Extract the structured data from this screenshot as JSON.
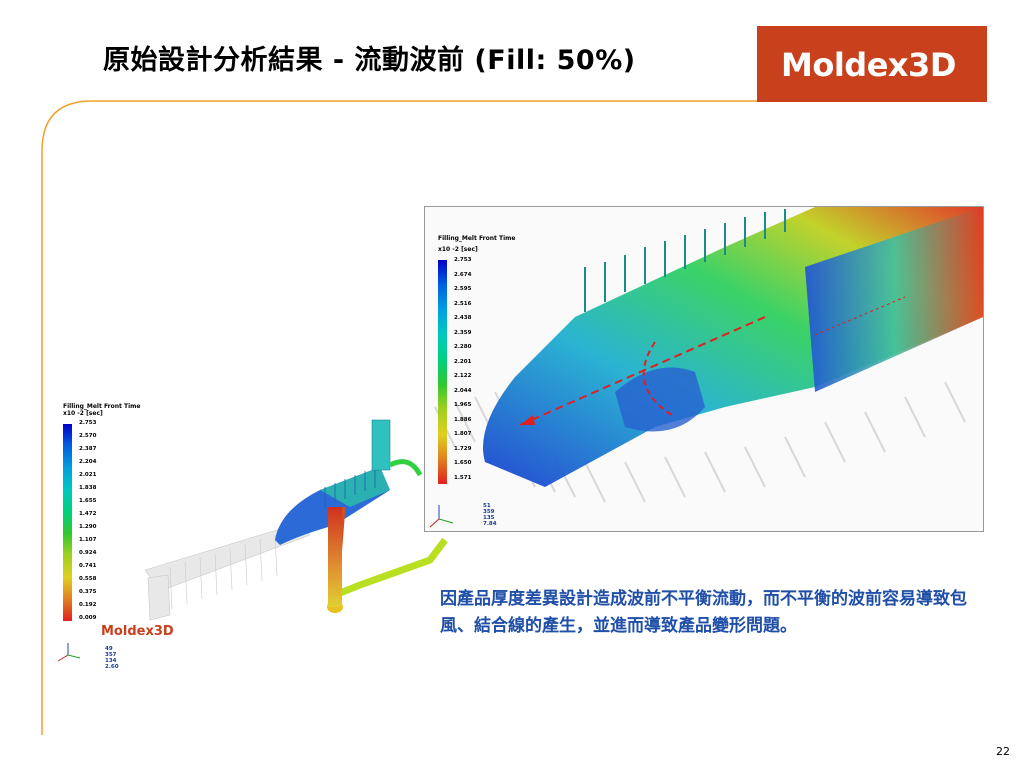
{
  "slide": {
    "title": "原始設計分析結果 - 流動波前 (Fill: 50%)",
    "logo": "Moldex3D",
    "page_number": "22",
    "caption": "因產品厚度差異設計造成波前不平衡流動，而不平衡的波前容易導致包風、結合線的產生，並進而導致產品變形問題。"
  },
  "left_view": {
    "legend_title": "Filling_Melt Front Time",
    "legend_unit": "x10  -2 [sec]",
    "legend_values": [
      "2.753",
      "2.570",
      "2.387",
      "2.204",
      "2.021",
      "1.838",
      "1.655",
      "1.472",
      "1.290",
      "1.107",
      "0.924",
      "0.741",
      "0.558",
      "0.375",
      "0.192",
      "0.009"
    ],
    "logo": "Moldex3D",
    "coords": [
      "49",
      "357",
      "134",
      "2.60"
    ]
  },
  "right_view": {
    "legend_title": "Filling_Melt Front Time",
    "legend_unit": "x10  -2 [sec]",
    "legend_values": [
      "2.753",
      "2.674",
      "2.595",
      "2.516",
      "2.438",
      "2.359",
      "2.280",
      "2.201",
      "2.122",
      "2.044",
      "1.965",
      "1.886",
      "1.807",
      "1.729",
      "1.650",
      "1.571"
    ],
    "coords": [
      "51",
      "359",
      "135",
      "7.84"
    ]
  },
  "colors": {
    "accent": "#c8401c",
    "caption": "#1f4fa8",
    "frame_line": "#f0a02a"
  }
}
